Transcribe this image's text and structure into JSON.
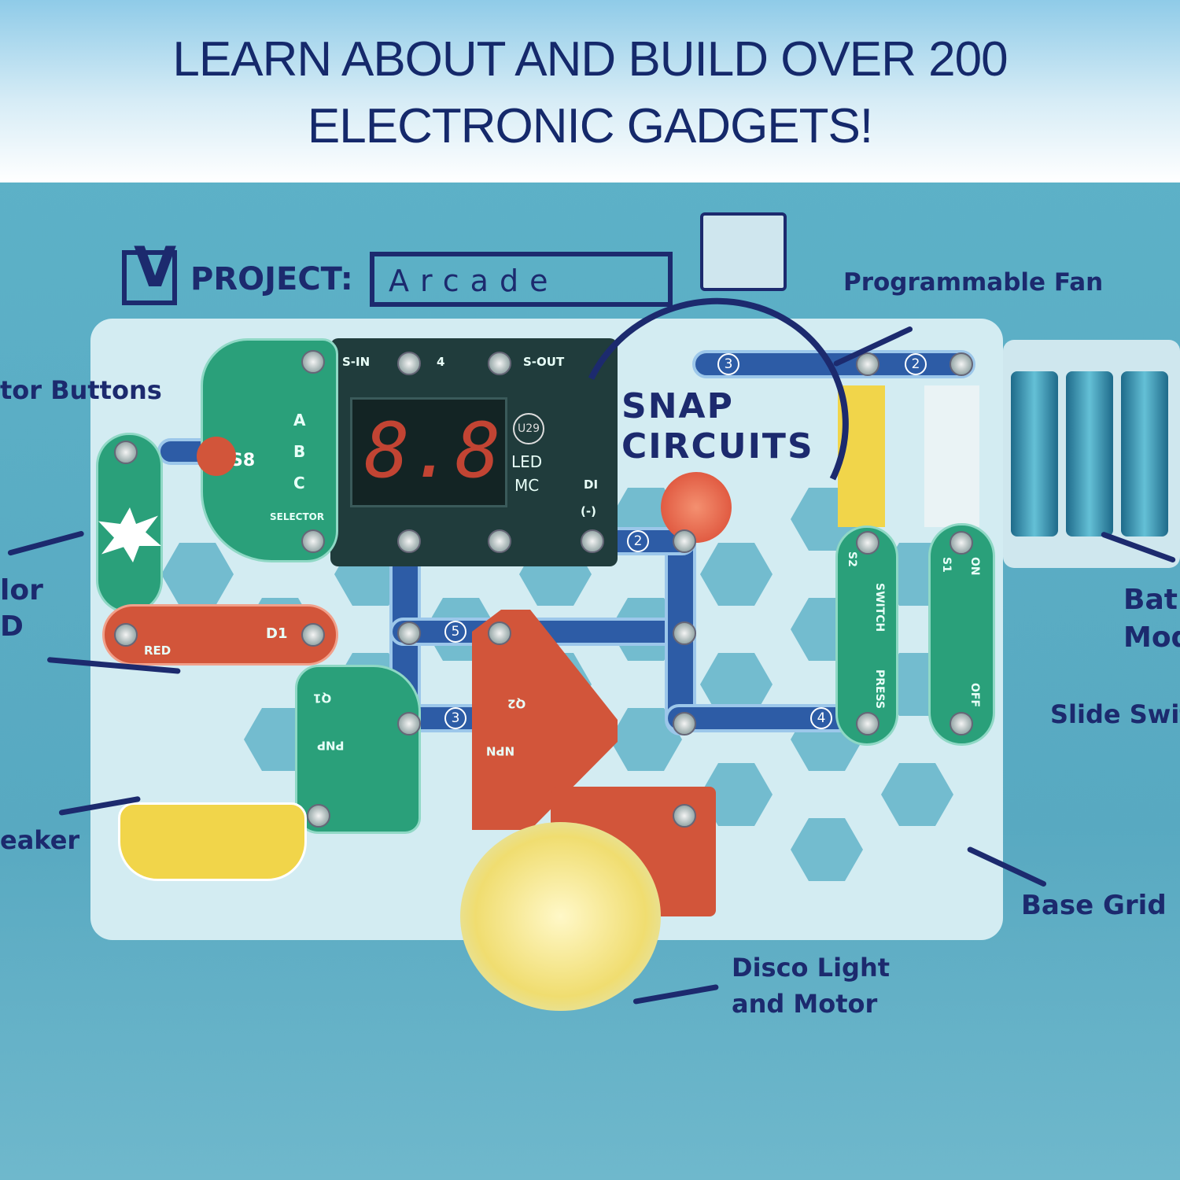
{
  "header": {
    "line1": "LEARN ABOUT AND BUILD OVER 200",
    "line2": "ELECTRONIC GADGETS!"
  },
  "project": {
    "label": "PROJECT:",
    "name": "Arcade",
    "check": "V"
  },
  "callouts": {
    "fan": "Programmable Fan",
    "selector": "tor Buttons",
    "color_led_1": "lor",
    "color_led_2": "D",
    "speaker": "eaker",
    "battery_1": "Bat",
    "battery_2": "Mod",
    "slide_switch": "Slide Swit",
    "base_grid": "Base Grid",
    "disco_1": "Disco Light",
    "disco_2": "and Motor"
  },
  "board": {
    "s_in": "S-IN",
    "four": "4",
    "s_out": "S-OUT",
    "display": "8.8.",
    "u29": "U29",
    "led_mc_1": "LED",
    "led_mc_2": "MC",
    "di": "DI",
    "minus": "(-)",
    "selector": "SELECTOR",
    "s8": "S8",
    "a": "A",
    "b": "B",
    "c": "C",
    "red": "RED",
    "d1": "D1",
    "pnp": "PNP",
    "q1": "Q1",
    "npn": "NPN",
    "q2": "Q2",
    "switch": "SWITCH",
    "press": "PRESS",
    "s2": "S2",
    "on": "ON",
    "off": "OFF",
    "s1": "S1",
    "n2": "2",
    "n3": "3",
    "n5": "5",
    "n4": "4"
  },
  "splash": {
    "text": "SNAP CIRCUITS"
  },
  "colors": {
    "navy": "#1c2a6e",
    "board": "#d3ecf2",
    "green": "#2aa07a",
    "red": "#d2553a",
    "yellow": "#f1d54a"
  }
}
